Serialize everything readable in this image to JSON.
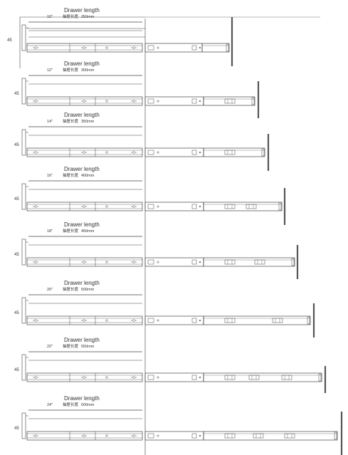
{
  "diagram": {
    "rows": [
      {
        "title": "Drawer length",
        "inch": "10\"",
        "label_cn": "抽屉长度",
        "length": "250mm",
        "side": "45"
      },
      {
        "title": "Drawer length",
        "inch": "12\"",
        "label_cn": "抽屉长度",
        "length": "300mm",
        "side": "45"
      },
      {
        "title": "Drawer length",
        "inch": "14\"",
        "label_cn": "抽屉长度",
        "length": "350mm",
        "side": "45"
      },
      {
        "title": "Drawer length",
        "inch": "16\"",
        "label_cn": "抽屉长度",
        "length": "400mm",
        "side": "45"
      },
      {
        "title": "Drawer length",
        "inch": "18\"",
        "label_cn": "抽屉长度",
        "length": "450mm",
        "side": "45"
      },
      {
        "title": "Drawer length",
        "inch": "20\"",
        "label_cn": "抽屉长度",
        "length": "500mm",
        "side": "45"
      },
      {
        "title": "Drawer length",
        "inch": "22\"",
        "label_cn": "抽屉长度",
        "length": "550mm",
        "side": "45"
      },
      {
        "title": "Drawer length",
        "inch": "24\"",
        "label_cn": "抽屉长度",
        "length": "600mm",
        "side": "45"
      }
    ]
  }
}
